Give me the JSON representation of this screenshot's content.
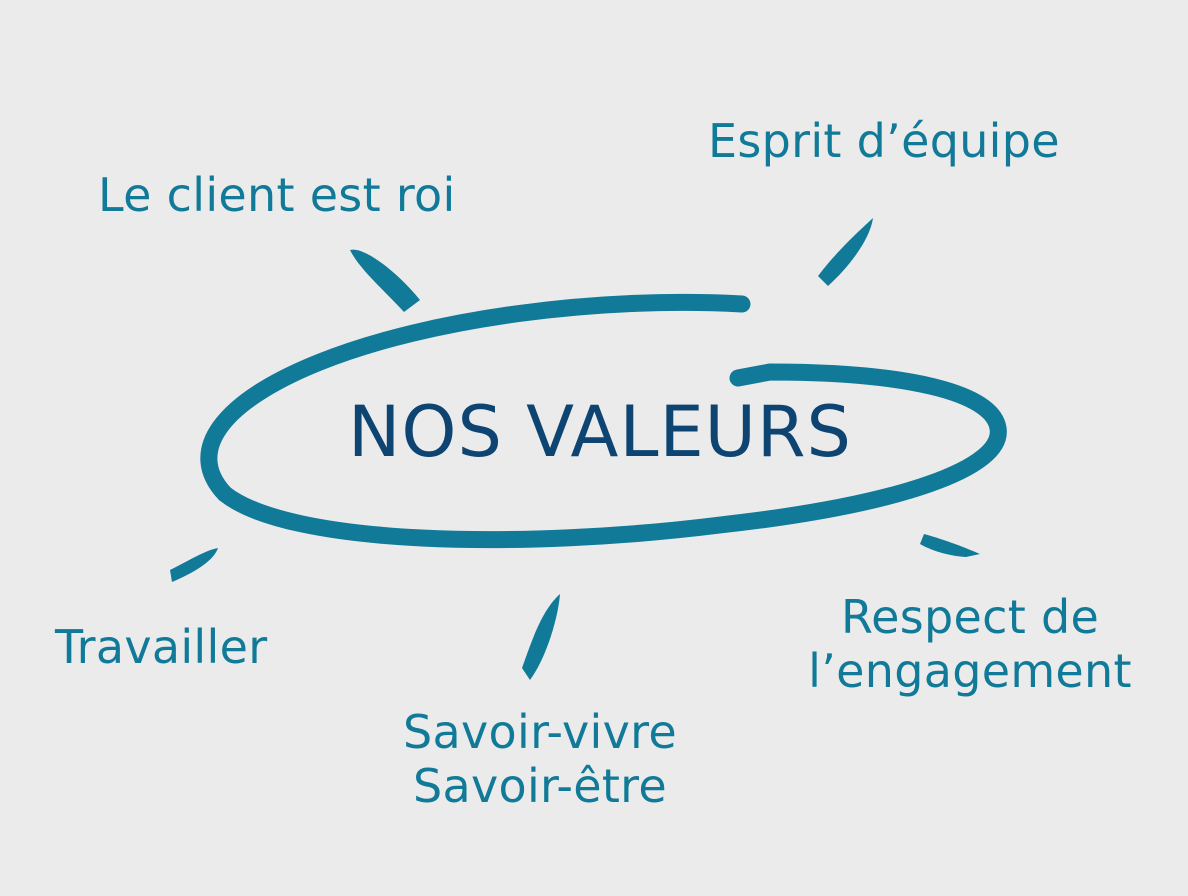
{
  "center": {
    "label": "NOS VALEURS"
  },
  "values": {
    "client": "Le client est roi",
    "equipe": "Esprit d’équipe",
    "travailler": "Travailler",
    "savoir": [
      "Savoir-vivre",
      "Savoir-être"
    ],
    "respect": [
      "Respect de",
      "l’engagement"
    ]
  },
  "colors": {
    "background": "#ebebeb",
    "stroke": "#117a98",
    "center_text": "#0d4472",
    "value_text": "#117a98"
  }
}
